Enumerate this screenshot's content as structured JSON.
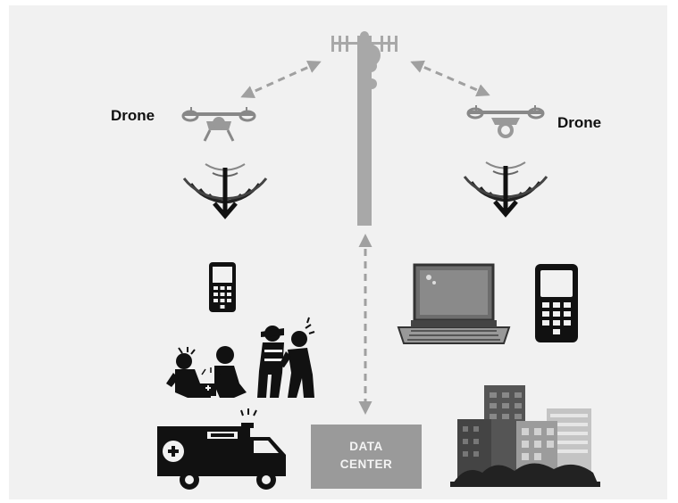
{
  "labels": {
    "drone_left": "Drone",
    "drone_right": "Drone",
    "data_center_line1": "DATA",
    "data_center_line2": "CENTER"
  },
  "colors": {
    "background": "#f1f1f1",
    "tower": "#a8a8a8",
    "dashed_link": "#a0a0a0",
    "data_center": "#9a9a9a",
    "silhouette": "#111111"
  },
  "icons": [
    "cell-tower-icon",
    "drone-icon",
    "signal-waves-icon",
    "mobile-phone-icon",
    "laptop-icon",
    "injured-people-icon",
    "ambulance-icon",
    "data-center-icon",
    "city-buildings-icon"
  ]
}
